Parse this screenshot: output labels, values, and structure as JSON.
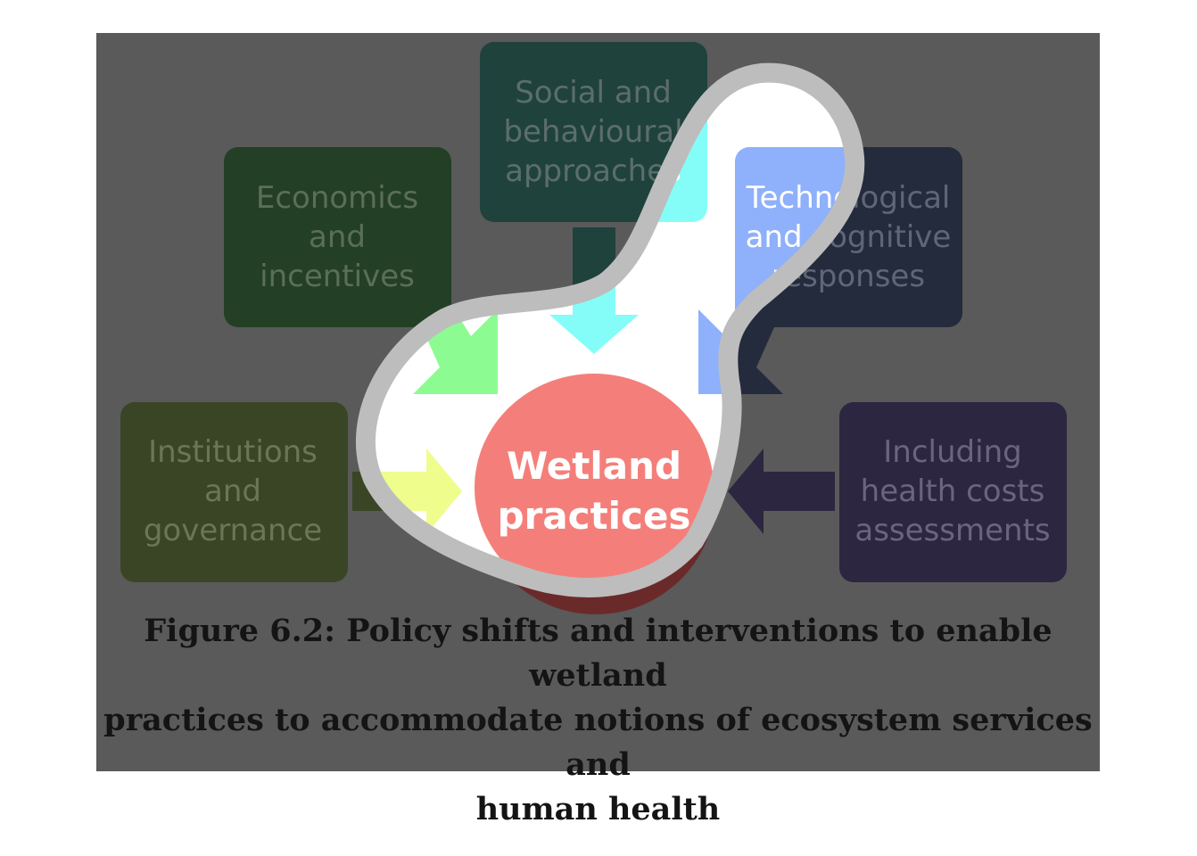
{
  "diagram": {
    "center": {
      "line1": "Wetland",
      "line2": "practices",
      "color": "#f47f7a"
    },
    "boxes": {
      "social": {
        "lines": [
          "Social and",
          "behavioural",
          "approaches"
        ],
        "color": "#1f423d"
      },
      "economics": {
        "lines": [
          "Economics",
          "and",
          "incentives"
        ],
        "color": "#233f25"
      },
      "technological": {
        "lines": [
          "Technological",
          "and cognitive",
          "responses"
        ],
        "color": "#232b3c"
      },
      "institutions": {
        "lines": [
          "Institutions",
          "and",
          "governance"
        ],
        "color": "#3a4526"
      },
      "health": {
        "lines": [
          "Including",
          "health costs",
          "assessments"
        ],
        "color": "#2c2640"
      }
    },
    "overlay_color": "#5a5a5a"
  },
  "caption": {
    "text": "Figure 6.2: Policy shifts and interventions to enable wetland\npractices to accommodate notions of ecosystem services and\nhuman health"
  }
}
